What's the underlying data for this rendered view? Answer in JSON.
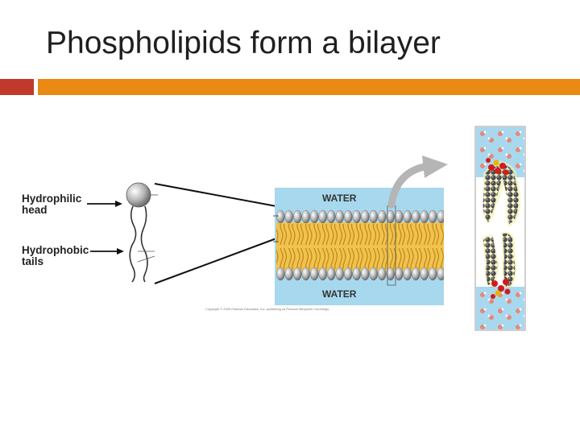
{
  "slide": {
    "title": "Phospholipids form a bilayer"
  },
  "theme": {
    "accent_red": "#c0392b",
    "accent_orange": "#e98a15",
    "water_color": "#a8d8ee",
    "tail_color": "#e8b53a",
    "head_color": "#9c9c9c"
  },
  "diagram": {
    "label_head_line1": "Hydrophilic",
    "label_head_line2": "head",
    "label_tails_line1": "Hydrophobic",
    "label_tails_line2": "tails",
    "water_top": "WATER",
    "water_bottom": "WATER",
    "credit": "Copyright © 2005 Pearson Education, Inc. publishing as Pearson Benjamin Cummings"
  }
}
